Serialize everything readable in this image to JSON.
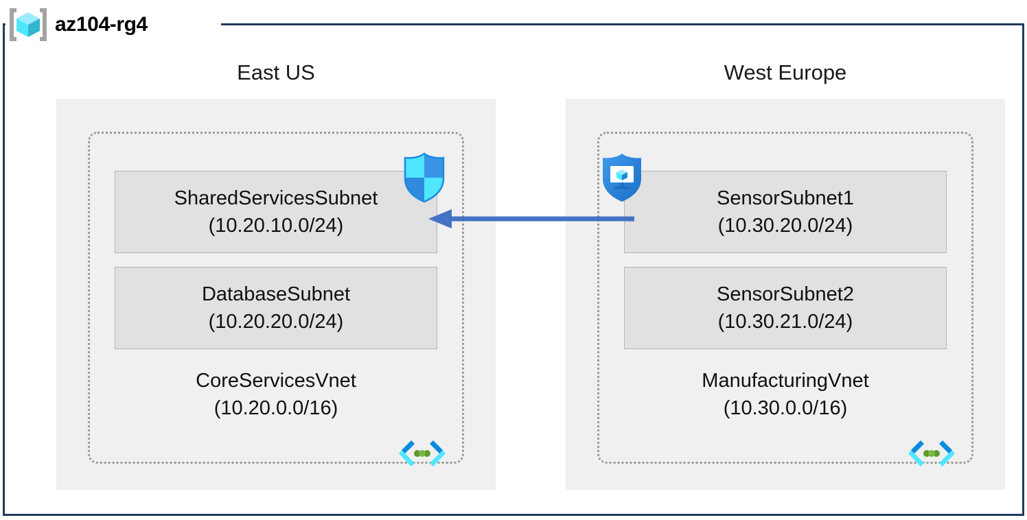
{
  "resource_group": {
    "name": "az104-rg4",
    "icon": "resource-group-cube-icon",
    "border_color": "#243A5E"
  },
  "regions": [
    {
      "label": "East US",
      "vnet": {
        "name": "CoreServicesVnet",
        "cidr": "(10.20.0.0/16)",
        "icon": "virtual-network-icon",
        "subnets": [
          {
            "name": "SharedServicesSubnet",
            "cidr": "(10.20.10.0/24)",
            "badge_icon": "firewall-shield-icon",
            "badge_position": "right"
          },
          {
            "name": "DatabaseSubnet",
            "cidr": "(10.20.20.0/24)",
            "badge_icon": "",
            "badge_position": ""
          }
        ]
      }
    },
    {
      "label": "West Europe",
      "vnet": {
        "name": "ManufacturingVnet",
        "cidr": "(10.30.0.0/16)",
        "icon": "virtual-network-icon",
        "subnets": [
          {
            "name": "SensorSubnet1",
            "cidr": "(10.30.20.0/24)",
            "badge_icon": "network-security-group-shield-icon",
            "badge_position": "left"
          },
          {
            "name": "SensorSubnet2",
            "cidr": "(10.30.21.0/24)",
            "badge_icon": "",
            "badge_position": ""
          }
        ]
      }
    }
  ],
  "connection": {
    "name": "vnet-peering-arrow",
    "direction": "right-to-left",
    "color": "#4472C4"
  },
  "colors": {
    "frame": "#243A5E",
    "region_fill": "#F0F0F0",
    "subnet_fill": "#E1E1E1",
    "subnet_border": "#B5B5B5",
    "vnet_border": "#9A9A9A",
    "arrow": "#4472C4",
    "icon_cyan": "#50E6FF",
    "icon_blue": "#0078D4"
  }
}
